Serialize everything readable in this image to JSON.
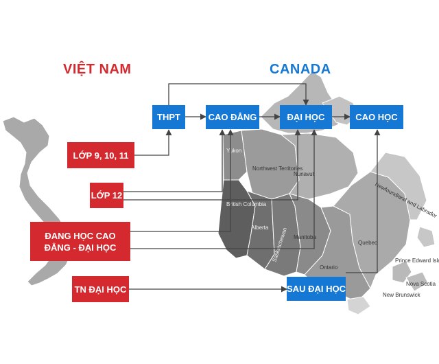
{
  "headings": {
    "vietnam": "VIỆT NAM",
    "canada": "CANADA"
  },
  "colors": {
    "vietnam_accent": "#d42a2f",
    "canada_accent": "#1478d4",
    "connector": "#444444"
  },
  "vietnam_levels": [
    {
      "id": "lop9",
      "label": "LỚP 9, 10, 11"
    },
    {
      "id": "lop12",
      "label": "LỚP 12"
    },
    {
      "id": "dang-hoc",
      "label": "ĐANG HỌC CAO ĐẲNG - ĐẠI HỌC"
    },
    {
      "id": "tn-dai-hoc",
      "label": "TN ĐẠI HỌC"
    }
  ],
  "canada_programs": [
    {
      "id": "thpt",
      "label": "THPT"
    },
    {
      "id": "cao-dang",
      "label": "CAO ĐẲNG"
    },
    {
      "id": "dai-hoc",
      "label": "ĐẠI HỌC"
    },
    {
      "id": "cao-hoc",
      "label": "CAO HỌC"
    },
    {
      "id": "sau-dai-hoc",
      "label": "SAU ĐẠI HỌC"
    }
  ],
  "map_labels": {
    "yukon": "Yukon",
    "northwest_territories": "Northwest Territories",
    "nunavut": "Nunavut",
    "british_columbia": "British Columbia",
    "alberta": "Alberta",
    "saskatchewan": "Saskatchewan",
    "manitoba": "Manitoba",
    "ontario": "Ontario",
    "quebec": "Quebec",
    "newfoundland": "Newfoundland and Labrador",
    "new_brunswick": "New Brunswick",
    "nova_scotia": "Nova Scotia",
    "pei": "Prince Edward Island"
  }
}
